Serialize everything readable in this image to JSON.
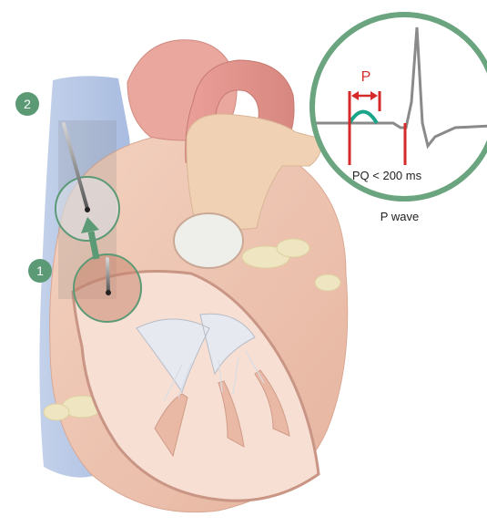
{
  "markers": {
    "step_one": "1",
    "step_two": "2"
  },
  "ecg_inset": {
    "p_label": "P",
    "interval_label": "PQ < 200 ms",
    "caption": "P wave"
  },
  "colors": {
    "marker_green": "#5c9a76",
    "inset_ring": "#6aa57f",
    "p_wave": "#1aa48a",
    "interval_red": "#d62a2a",
    "ecg_trace": "#8a8a8a",
    "vena_cava": "#b9c9e6",
    "heart_tissue": "#efc6b1",
    "aorta": "#e79d96",
    "valve": "#e6e9ef",
    "fat": "#efe5c0",
    "arrow": "#5c9a76"
  },
  "icons": [
    "catheter-icon",
    "up-arrow-icon"
  ]
}
